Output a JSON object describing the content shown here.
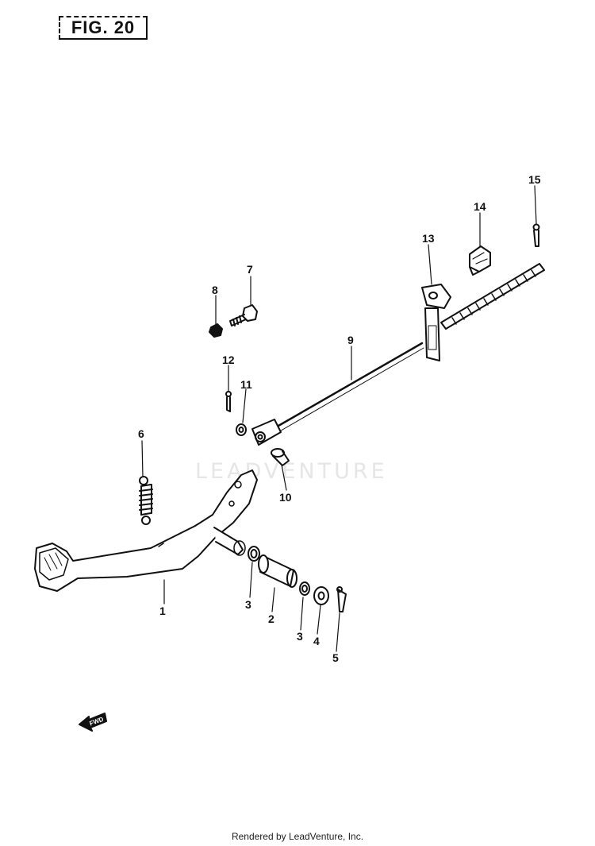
{
  "figure": {
    "label": "FIG. 20"
  },
  "watermark": "LEADVENTURE",
  "footer": "Rendered by LeadVenture, Inc.",
  "direction_arrow": "FWD",
  "callouts": [
    "1",
    "2",
    "3",
    "3",
    "4",
    "5",
    "6",
    "7",
    "8",
    "9",
    "10",
    "11",
    "12",
    "13",
    "14",
    "15"
  ],
  "colors": {
    "ink": "#111111",
    "watermark": "#e6e6e6",
    "background": "#ffffff"
  }
}
